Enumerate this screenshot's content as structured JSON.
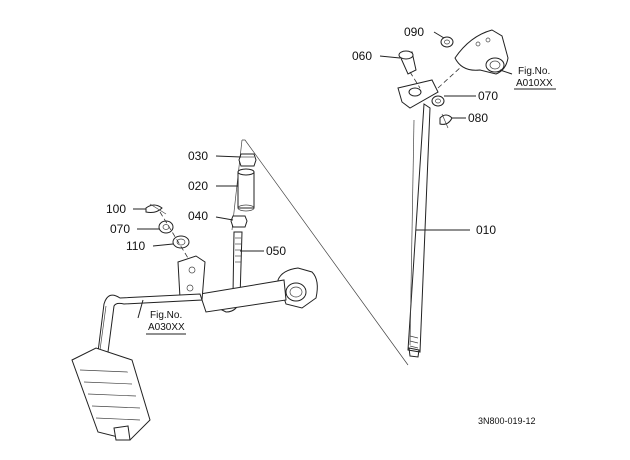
{
  "labels": {
    "p010": "010",
    "p020": "020",
    "p030": "030",
    "p040": "040",
    "p050": "050",
    "p060": "060",
    "p070_left": "070",
    "p070_right": "070",
    "p080": "080",
    "p090": "090",
    "p100": "100",
    "p110": "110"
  },
  "figure_refs": {
    "left_title": "Fig.No.",
    "left_code": "A030XX",
    "right_title": "Fig.No.",
    "right_code": "A010XX"
  },
  "drawing_code": "3N800-019-12"
}
